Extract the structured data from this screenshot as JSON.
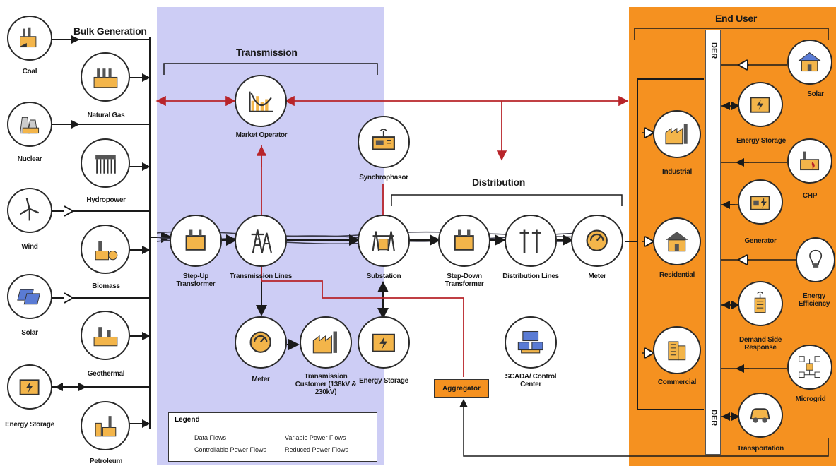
{
  "colors": {
    "transmission_bg": "#cdcdf5",
    "end_user_bg": "#f59120",
    "data_flow": "#b8242a",
    "power_flow": "#1a1a1a"
  },
  "headers": {
    "bulk_generation": "Bulk Generation",
    "transmission": "Transmission",
    "distribution": "Distribution",
    "end_user": "End User"
  },
  "der": {
    "top_label": "DER",
    "bottom_label": "DER"
  },
  "bulk": [
    {
      "label": "Coal",
      "icon": "coal-plant-icon"
    },
    {
      "label": "Natural Gas",
      "icon": "gas-plant-icon"
    },
    {
      "label": "Nuclear",
      "icon": "nuclear-plant-icon"
    },
    {
      "label": "Hydropower",
      "icon": "dam-icon"
    },
    {
      "label": "Wind",
      "icon": "wind-turbine-icon"
    },
    {
      "label": "Biomass",
      "icon": "biomass-plant-icon"
    },
    {
      "label": "Solar",
      "icon": "solar-panel-icon"
    },
    {
      "label": "Geothermal",
      "icon": "geothermal-plant-icon"
    },
    {
      "label": "Energy Storage",
      "icon": "battery-icon"
    },
    {
      "label": "Petroleum",
      "icon": "refinery-icon"
    }
  ],
  "grid": {
    "market_operator": "Market Operator",
    "synchrophasor": "Synchrophasor",
    "step_up": "Step-Up Transformer",
    "transmission_lines": "Transmission Lines",
    "substation": "Substation",
    "step_down": "Step-Down Transformer",
    "distribution_lines": "Distribution Lines",
    "meter_dist": "Meter",
    "meter_trans": "Meter",
    "transmission_customer": "Transmission Customer (138kV & 230kV)",
    "energy_storage": "Energy Storage",
    "aggregator": "Aggregator",
    "scada": "SCADA/ Control Center"
  },
  "end_user_left": [
    {
      "label": "Industrial",
      "icon": "factory-icon"
    },
    {
      "label": "Residential",
      "icon": "house-icon"
    },
    {
      "label": "Commercial",
      "icon": "office-building-icon"
    }
  ],
  "end_user_right": [
    {
      "label": "Solar",
      "icon": "solar-house-icon"
    },
    {
      "label": "Energy Storage",
      "icon": "battery-icon"
    },
    {
      "label": "CHP",
      "icon": "chp-plant-icon"
    },
    {
      "label": "Generator",
      "icon": "generator-icon"
    },
    {
      "label": "Energy Efficiency",
      "icon": "light-bulb-icon"
    },
    {
      "label": "Demand Side Response",
      "icon": "demand-response-icon"
    },
    {
      "label": "Microgrid",
      "icon": "microgrid-icon"
    },
    {
      "label": "Transportation",
      "icon": "electric-car-icon"
    }
  ],
  "legend": {
    "title": "Legend",
    "data_flows": "Data Flows",
    "controllable": "Controllable Power Flows",
    "variable": "Variable Power Flows",
    "reduced": "Reduced Power Flows"
  }
}
